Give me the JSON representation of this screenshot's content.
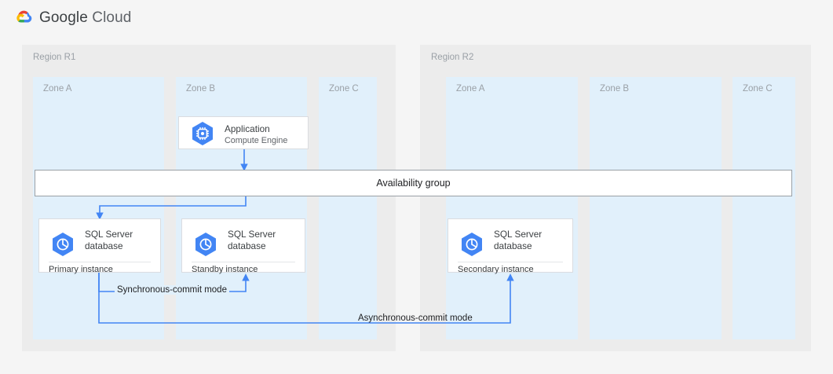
{
  "header": {
    "logo_icon": "google-cloud-logo-icon",
    "brand_google": "Google",
    "brand_cloud": "Cloud"
  },
  "colors": {
    "page_background": "#f5f5f5",
    "region_background": "#ececec",
    "zone_background": "#e1f0fb",
    "card_background": "#ffffff",
    "card_border": "#dadce0",
    "connector_blue": "#4285f4",
    "icon_blue": "#4285f4",
    "muted_text": "#9aa0a6",
    "primary_text": "#202124"
  },
  "regions": [
    {
      "id": "r1",
      "label": "Region R1",
      "zones": [
        {
          "id": "r1-za",
          "label": "Zone A"
        },
        {
          "id": "r1-zb",
          "label": "Zone B"
        },
        {
          "id": "r1-zc",
          "label": "Zone C"
        }
      ]
    },
    {
      "id": "r2",
      "label": "Region R2",
      "zones": [
        {
          "id": "r2-za",
          "label": "Zone A"
        },
        {
          "id": "r2-zb",
          "label": "Zone B"
        },
        {
          "id": "r2-zc",
          "label": "Zone C"
        }
      ]
    }
  ],
  "nodes": {
    "application": {
      "icon": "compute-engine-icon",
      "title_line1": "Application",
      "subtitle": "Compute Engine"
    },
    "availability_group": {
      "label": "Availability group"
    },
    "primary_db": {
      "icon": "sql-server-database-icon",
      "title_line1": "SQL Server",
      "title_line2": "database",
      "instance": "Primary instance"
    },
    "standby_db": {
      "icon": "sql-server-database-icon",
      "title_line1": "SQL Server",
      "title_line2": "database",
      "instance": "Standby instance"
    },
    "secondary_db": {
      "icon": "sql-server-database-icon",
      "title_line1": "SQL Server",
      "title_line2": "database",
      "instance": "Secondary instance"
    }
  },
  "flows": [
    {
      "id": "sync",
      "label": "Synchronous-commit mode"
    },
    {
      "id": "async",
      "label": "Asynchronous-commit mode"
    }
  ]
}
